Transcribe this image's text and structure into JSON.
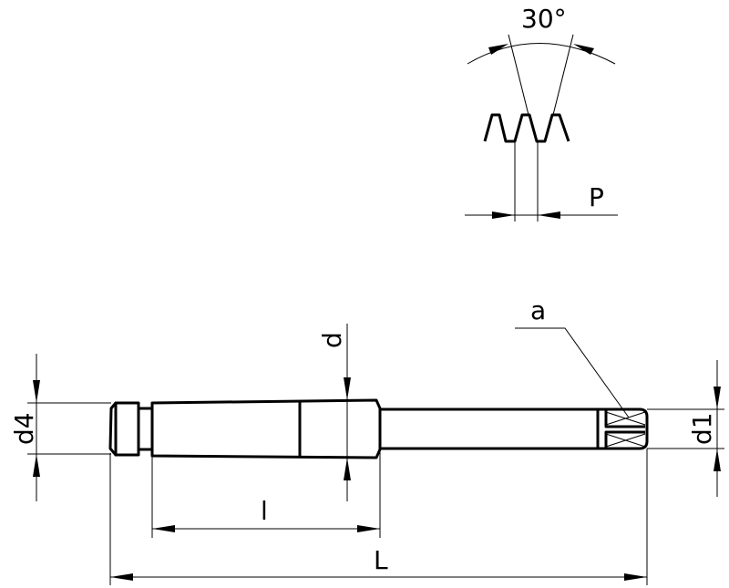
{
  "thread_detail": {
    "angle_label": "30°",
    "pitch_label": "P"
  },
  "dimensions": {
    "d4": "d4",
    "d": "d",
    "d1": "d1",
    "l": "l",
    "L": "L",
    "a": "a"
  },
  "colors": {
    "line": "#000000",
    "background": "#ffffff"
  }
}
